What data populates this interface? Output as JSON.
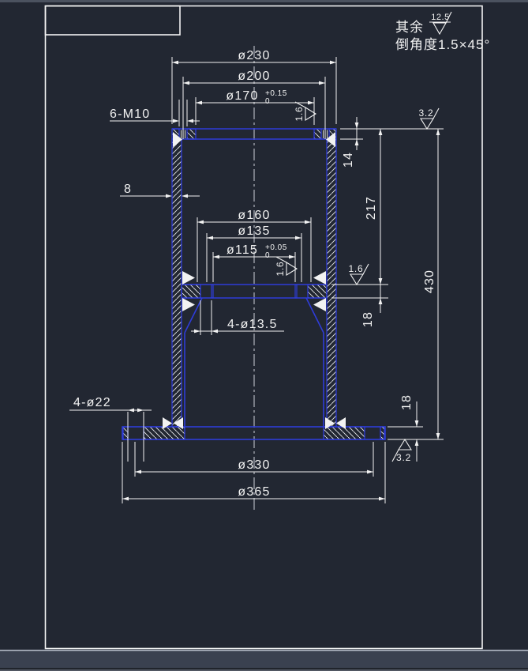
{
  "app": {
    "background": "#222732",
    "part_line_color": "#2e3cd8",
    "drawing_line_color": "#f2f2f2",
    "statusbar_color": "#3a4150"
  },
  "notes": {
    "general_label": "其余",
    "chamfer_note": "倒角度1.5×45°"
  },
  "finish": {
    "general": "12.5",
    "top_face": "3.2",
    "top_bore": "1.6",
    "web_bore": "1.6",
    "web_face": "1.6",
    "flange_bottom": "3.2"
  },
  "dimensions": {
    "outer_top": "ø230",
    "bolt_circle_top": "ø200",
    "bore_top": "ø170",
    "bore_top_tol_upper": "+0.15",
    "bore_top_tol_lower": "0",
    "tapped_holes": "6-M10",
    "wall": "8",
    "web_recess": "ø160",
    "web_bolt_circle": "ø135",
    "web_bore": "ø115",
    "web_bore_tol_upper": "+0.05",
    "web_bore_tol_lower": "0",
    "web_holes": "4-ø13.5",
    "flange_holes": "4-ø22",
    "flange_bolt_circle": "ø330",
    "flange_outer": "ø365",
    "rim_height": "14",
    "body_height": "217",
    "web_thickness": "18",
    "total_height": "430",
    "flange_thickness": "18"
  }
}
